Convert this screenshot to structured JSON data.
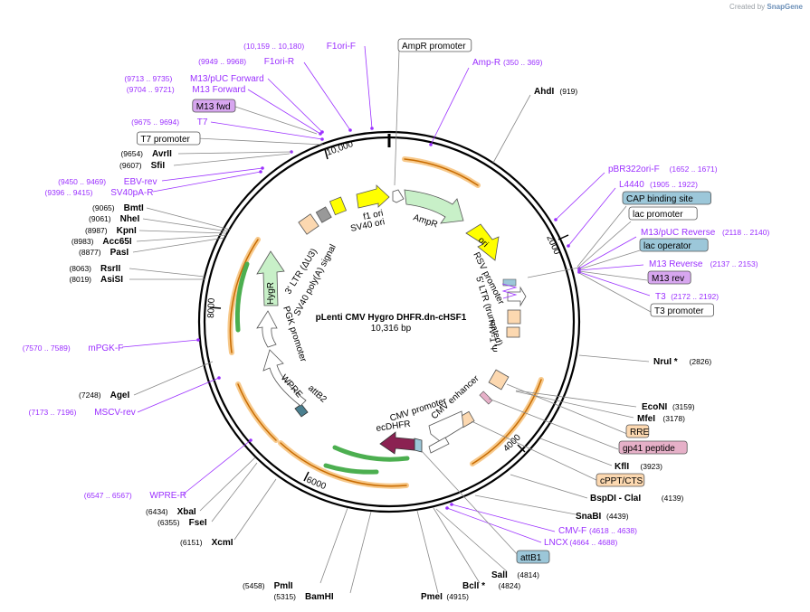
{
  "credit": {
    "created_by": "Created by",
    "brand": "SnapGene"
  },
  "center": {
    "name": "pLenti CMV Hygro DHFR.dn-cHSF1",
    "size": "10,316 bp"
  },
  "tick_labels": [
    "2000",
    "4000",
    "6000",
    "8000",
    "10,000"
  ],
  "colors": {
    "primer": "#9b30ff",
    "enzyme_line": "#888888",
    "arrow_green": "#7ad17a",
    "arrow_yellow": "#ffff00",
    "arrow_orange_border": "#f7c98b",
    "ecdhfr": "#8b2252",
    "box_tan": "#fcd8b0",
    "box_pink": "#e6b0c8",
    "box_blue": "#9cc7d9",
    "box_purple": "#d7a6ef"
  },
  "features": [
    {
      "name": "f1 ori",
      "icon": "yellow-arrow"
    },
    {
      "name": "SV40 ori",
      "icon": "feature-label"
    },
    {
      "name": "AmpR",
      "icon": "green-arrow"
    },
    {
      "name": "ori",
      "icon": "yellow-arrow"
    },
    {
      "name": "RSV promoter",
      "icon": "white-arrow"
    },
    {
      "name": "5' LTR (truncated)",
      "icon": "box"
    },
    {
      "name": "HIV-1 Ψ",
      "icon": "box"
    },
    {
      "name": "CMV enhancer",
      "icon": "white-arrow"
    },
    {
      "name": "CMV promoter",
      "icon": "white-arrow"
    },
    {
      "name": "ecDHFR",
      "icon": "maroon-arrow"
    },
    {
      "name": "attB2",
      "icon": "box"
    },
    {
      "name": "WPRE",
      "icon": "white-arrow"
    },
    {
      "name": "PGK promoter",
      "icon": "white-arrow"
    },
    {
      "name": "HygR",
      "icon": "green-arrow"
    },
    {
      "name": "SV40 poly(A) signal",
      "icon": "box"
    },
    {
      "name": "3' LTR (ΔU3)",
      "icon": "box"
    }
  ],
  "labels": [
    {
      "name": "AmpR promoter",
      "coord": "",
      "style": "box-white"
    },
    {
      "name": "Amp-R",
      "coord": "(350 .. 369)",
      "style": "primer"
    },
    {
      "name": "AhdI",
      "coord": "(919)",
      "style": "enzyme"
    },
    {
      "name": "pBR322ori-F",
      "coord": "(1652 .. 1671)",
      "style": "primer"
    },
    {
      "name": "L4440",
      "coord": "(1905 .. 1922)",
      "style": "primer"
    },
    {
      "name": "CAP binding site",
      "coord": "",
      "style": "box-blue"
    },
    {
      "name": "lac promoter",
      "coord": "",
      "style": "box-white"
    },
    {
      "name": "M13/pUC Reverse",
      "coord": "(2118 .. 2140)",
      "style": "primer"
    },
    {
      "name": "lac operator",
      "coord": "",
      "style": "box-blue"
    },
    {
      "name": "M13 Reverse",
      "coord": "(2137 .. 2153)",
      "style": "primer"
    },
    {
      "name": "M13 rev",
      "coord": "",
      "style": "box-purple"
    },
    {
      "name": "T3",
      "coord": "(2172 .. 2192)",
      "style": "primer"
    },
    {
      "name": "T3 promoter",
      "coord": "",
      "style": "box-white"
    },
    {
      "name": "NruI *",
      "coord": "(2826)",
      "style": "enzyme"
    },
    {
      "name": "EcoNI",
      "coord": "(3159)",
      "style": "enzyme"
    },
    {
      "name": "MfeI",
      "coord": "(3178)",
      "style": "enzyme"
    },
    {
      "name": "RRE",
      "coord": "",
      "style": "box-tan"
    },
    {
      "name": "gp41 peptide",
      "coord": "",
      "style": "box-pink"
    },
    {
      "name": "KflI",
      "coord": "(3923)",
      "style": "enzyme"
    },
    {
      "name": "cPPT/CTS",
      "coord": "",
      "style": "box-tan"
    },
    {
      "name": "BspDI  - ClaI",
      "coord": "(4139)",
      "style": "enzyme"
    },
    {
      "name": "SnaBI",
      "coord": "(4439)",
      "style": "enzyme"
    },
    {
      "name": "CMV-F",
      "coord": "(4618 .. 4638)",
      "style": "primer"
    },
    {
      "name": "LNCX",
      "coord": "(4664 .. 4688)",
      "style": "primer"
    },
    {
      "name": "attB1",
      "coord": "",
      "style": "box-blue"
    },
    {
      "name": "SalI",
      "coord": "(4814)",
      "style": "enzyme"
    },
    {
      "name": "BclI *",
      "coord": "(4824)",
      "style": "enzyme"
    },
    {
      "name": "PmeI",
      "coord": "(4915)",
      "style": "enzyme"
    },
    {
      "name": "BamHI",
      "coord": "(5315)",
      "style": "enzyme"
    },
    {
      "name": "PmlI",
      "coord": "(5458)",
      "style": "enzyme"
    },
    {
      "name": "XcmI",
      "coord": "(6151)",
      "style": "enzyme"
    },
    {
      "name": "FseI",
      "coord": "(6355)",
      "style": "enzyme"
    },
    {
      "name": "XbaI",
      "coord": "(6434)",
      "style": "enzyme"
    },
    {
      "name": "WPRE-R",
      "coord": "(6547 .. 6567)",
      "style": "primer"
    },
    {
      "name": "MSCV-rev",
      "coord": "(7173 .. 7196)",
      "style": "primer"
    },
    {
      "name": "AgeI",
      "coord": "(7248)",
      "style": "enzyme"
    },
    {
      "name": "mPGK-F",
      "coord": "(7570 .. 7589)",
      "style": "primer"
    },
    {
      "name": "AsiSI",
      "coord": "(8019)",
      "style": "enzyme"
    },
    {
      "name": "RsrII",
      "coord": "(8063)",
      "style": "enzyme"
    },
    {
      "name": "PasI",
      "coord": "(8877)",
      "style": "enzyme"
    },
    {
      "name": "Acc65I",
      "coord": "(8983)",
      "style": "enzyme"
    },
    {
      "name": "KpnI",
      "coord": "(8987)",
      "style": "enzyme"
    },
    {
      "name": "NheI",
      "coord": "(9061)",
      "style": "enzyme"
    },
    {
      "name": "BmtI",
      "coord": "(9065)",
      "style": "enzyme"
    },
    {
      "name": "SV40pA-R",
      "coord": "(9396 .. 9415)",
      "style": "primer"
    },
    {
      "name": "EBV-rev",
      "coord": "(9450 .. 9469)",
      "style": "primer"
    },
    {
      "name": "SfiI",
      "coord": "(9607)",
      "style": "enzyme"
    },
    {
      "name": "AvrII",
      "coord": "(9654)",
      "style": "enzyme"
    },
    {
      "name": "T7 promoter",
      "coord": "",
      "style": "box-white"
    },
    {
      "name": "T7",
      "coord": "(9675 .. 9694)",
      "style": "primer"
    },
    {
      "name": "M13 fwd",
      "coord": "",
      "style": "box-purple"
    },
    {
      "name": "M13 Forward",
      "coord": "(9704 .. 9721)",
      "style": "primer"
    },
    {
      "name": "M13/pUC Forward",
      "coord": "(9713 .. 9735)",
      "style": "primer"
    },
    {
      "name": "F1ori-R",
      "coord": "(9949 .. 9968)",
      "style": "primer"
    },
    {
      "name": "F1ori-F",
      "coord": "(10,159 .. 10,180)",
      "style": "primer"
    }
  ]
}
